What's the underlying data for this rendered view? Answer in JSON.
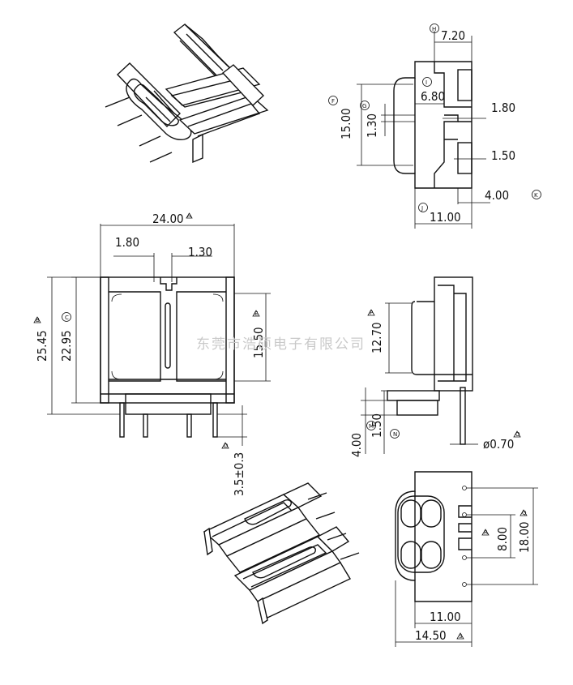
{
  "watermark": "东莞市浩硕电子有限公司",
  "views": {
    "top_view": {
      "dims": {
        "h": "7.20",
        "i": "6.80",
        "f": "15.00",
        "g": "1.30",
        "s1": "1.80",
        "s2": "1.50",
        "k": "4.00",
        "j": "11.00"
      },
      "markers": {
        "H": "H",
        "I": "I",
        "F": "F",
        "G": "G",
        "J": "J",
        "K": "K"
      }
    },
    "front_view": {
      "dims": {
        "width": "24.00",
        "slot1": "1.80",
        "slot2": "1.30",
        "height": "25.45",
        "inner": "22.95",
        "window": "15.50",
        "pin": "3.5±0.3"
      },
      "markers": {
        "A": "A",
        "B": "B",
        "C": "C",
        "E": "E",
        "D": "D"
      }
    },
    "side_view": {
      "dims": {
        "h": "12.70",
        "m": "4.00",
        "n": "1.50",
        "pin_dia": "ø0.70"
      },
      "markers": {
        "M": "M",
        "N": "N",
        "O": "O",
        "P": "P"
      }
    },
    "bottom_view": {
      "dims": {
        "pitch": "8.00",
        "span": "18.00",
        "w1": "11.00",
        "w2": "14.50"
      },
      "markers": {
        "Q": "Q",
        "R": "R",
        "S": "S"
      }
    }
  }
}
